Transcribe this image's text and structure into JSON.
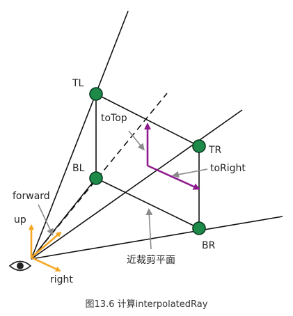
{
  "diagram": {
    "corners": {
      "tl": "TL",
      "tr": "TR",
      "bl": "BL",
      "br": "BR"
    },
    "vectors": {
      "to_top": "toTop",
      "to_right": "toRight",
      "forward": "forward",
      "up": "up",
      "right": "right"
    },
    "near_plane_label": "近裁剪平面",
    "eye_icon": "eye-icon",
    "colors": {
      "frustum_line": "#111111",
      "node_fill": "#1e8a4a",
      "node_stroke": "#0b3b1e",
      "camera_axes": "#f5a623",
      "interp_vectors": "#8e1b8e",
      "pointer": "#8a8a8a"
    }
  },
  "caption": "图13.6 计算interpolatedRay"
}
